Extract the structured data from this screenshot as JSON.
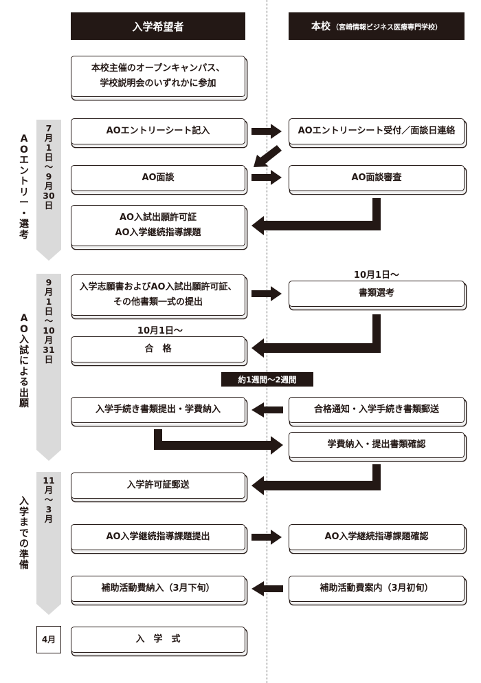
{
  "headers": {
    "applicant": "入学希望者",
    "school": "本校",
    "school_sub": "（宮崎情報ビジネス医療専門学校）"
  },
  "sections": {
    "ao_entry": {
      "title": [
        "A",
        "O",
        "エ",
        "ン",
        "ト",
        "リ",
        "ー",
        "・",
        "選",
        "考"
      ],
      "period": [
        "7",
        "月",
        "1",
        "日",
        "〜",
        "9",
        "月",
        "30",
        "日"
      ]
    },
    "ao_exam": {
      "title": [
        "A",
        "O",
        "入",
        "試",
        "に",
        "よ",
        "る",
        "出",
        "願"
      ],
      "period": [
        "9",
        "月",
        "1",
        "日",
        "〜",
        "10",
        "月",
        "31",
        "日"
      ]
    },
    "prep": {
      "title": [
        "入",
        "学",
        "ま",
        "で",
        "の",
        "準",
        "備"
      ],
      "period": [
        "11",
        "月",
        "〜",
        "3",
        "月"
      ]
    },
    "april": [
      "4",
      "月"
    ]
  },
  "steps": {
    "open_campus": [
      "本校主催のオープンキャンパス、",
      "学校説明会のいずれかに参加"
    ],
    "entry_sheet": "AOエントリーシート記入",
    "entry_receive": "AOエントリーシート受付／面談日連絡",
    "interview": "AO面談",
    "interview_review": "AO面談審査",
    "permit": [
      "AO入試出願許可証",
      "AO入学継続指導課題"
    ],
    "submit_docs": [
      "入学志願書およびAO入試出願許可証、",
      "その他書類一式の提出"
    ],
    "doc_review_date": "10月1日〜",
    "doc_review": "書類選考",
    "pass_date": "10月1日〜",
    "pass": "合　格",
    "interval": "約1週間〜2週間",
    "enroll_submit": "入学手続き書類提出・学費納入",
    "notify": "合格通知・入学手続き書類郵送",
    "fee_confirm": "学費納入・提出書類確認",
    "permit_mail": "入学許可証郵送",
    "task_submit": "AO入学継続指導課題提出",
    "task_confirm": "AO入学継続指導課題確認",
    "activity_fee": "補助活動費納入（3月下旬）",
    "activity_notice": "補助活動費案内（3月初旬）",
    "ceremony": "入　学　式"
  }
}
